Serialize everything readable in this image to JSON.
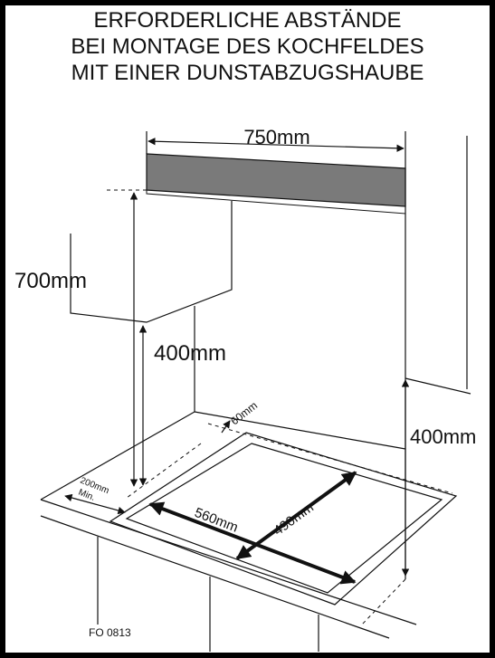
{
  "title_lines": [
    "ERFORDERLICHE ABSTÄNDE",
    "BEI MONTAGE DES KOCHFELDES",
    "MIT EINER DUNSTABZUGSHAUBE"
  ],
  "dimensions": {
    "hood_width": "750mm",
    "wall_cabinet_height": "700mm",
    "hood_height": "400mm",
    "side_clearance": "400mm",
    "rear_clearance": "60mm",
    "front_clearance_value": "200mm",
    "front_clearance_min": "Min.",
    "cutout_width": "560mm",
    "cutout_depth": "490mm"
  },
  "figure_code": "FO 0813",
  "colors": {
    "hood_fill": "#7a7a7a",
    "line": "#111111"
  }
}
